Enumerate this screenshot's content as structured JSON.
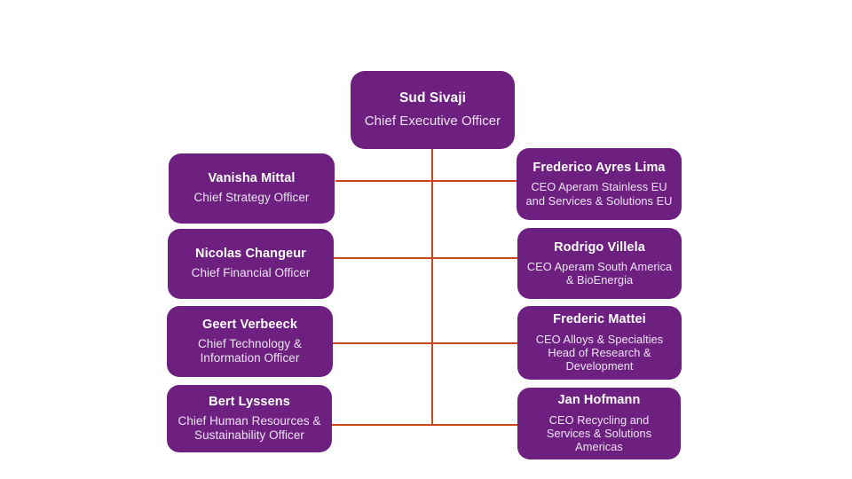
{
  "chart": {
    "type": "org-chart",
    "background_color": "#ffffff",
    "node_color": "#6d2080",
    "node_text_color": "#ffffff",
    "connector_color": "#c8481a"
  },
  "root": {
    "name": "Sud Sivaji",
    "title": "Chief Executive Officer"
  },
  "left_column": [
    {
      "name": "Vanisha Mittal",
      "title": "Chief Strategy Officer"
    },
    {
      "name": "Nicolas Changeur",
      "title": "Chief Financial Officer"
    },
    {
      "name": "Geert Verbeeck",
      "title": "Chief Technology & Information Officer"
    },
    {
      "name": "Bert Lyssens",
      "title": "Chief Human Resources & Sustainability Officer"
    }
  ],
  "right_column": [
    {
      "name": "Frederico Ayres Lima",
      "title": "CEO Aperam Stainless EU and Services & Solutions EU"
    },
    {
      "name": "Rodrigo Villela",
      "title": "CEO Aperam South America & BioEnergia"
    },
    {
      "name": "Frederic Mattei",
      "title": "CEO Alloys & Specialties Head of Research & Development"
    },
    {
      "name": "Jan Hofmann",
      "title": "CEO Recycling and Services & Solutions Americas"
    }
  ]
}
